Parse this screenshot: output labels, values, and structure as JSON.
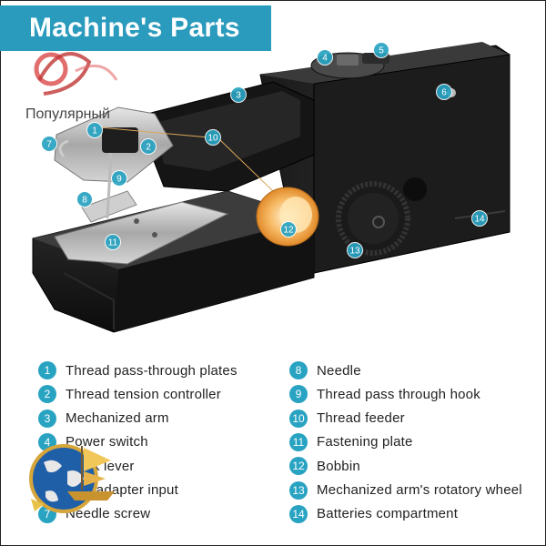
{
  "title": "Machine's Parts",
  "watermark_text": "Популярный",
  "accent_color": "#2a9bbd",
  "callouts": [
    "1",
    "2",
    "3",
    "4",
    "5",
    "6",
    "7",
    "8",
    "9",
    "10",
    "11",
    "12",
    "13",
    "14"
  ],
  "parts": [
    {
      "num": "1",
      "label": "Thread pass-through plates"
    },
    {
      "num": "2",
      "label": "Thread tension controller"
    },
    {
      "num": "3",
      "label": "Mechanized arm"
    },
    {
      "num": "4",
      "label": "Power switch"
    },
    {
      "num": "5",
      "label": "Block lever"
    },
    {
      "num": "6",
      "label": "Wall adapter input"
    },
    {
      "num": "7",
      "label": "Needle screw"
    },
    {
      "num": "8",
      "label": "Needle"
    },
    {
      "num": "9",
      "label": "Thread pass through hook"
    },
    {
      "num": "10",
      "label": "Thread feeder"
    },
    {
      "num": "11",
      "label": "Fastening plate"
    },
    {
      "num": "12",
      "label": "Bobbin"
    },
    {
      "num": "13",
      "label": "Mechanized arm's rotatory wheel"
    },
    {
      "num": "14",
      "label": "Batteries compartment"
    }
  ]
}
